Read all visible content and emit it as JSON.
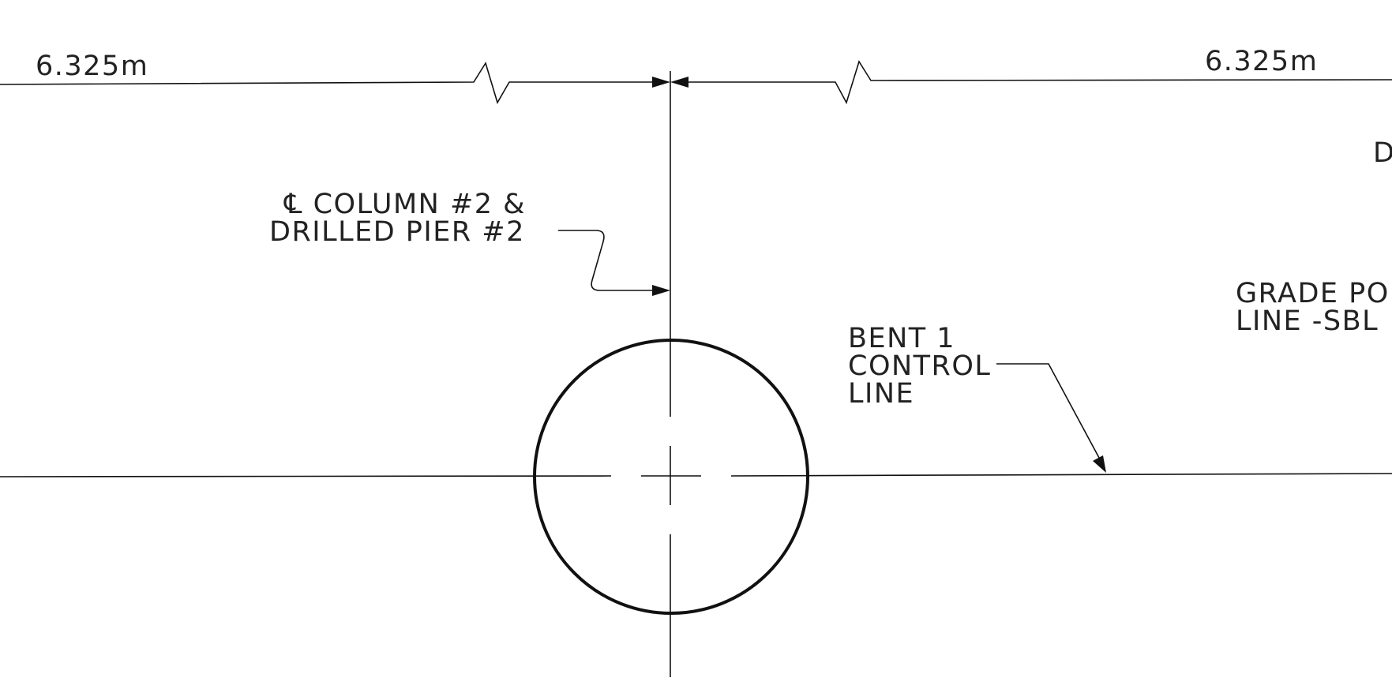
{
  "dimensions": {
    "left_label": "6.325m",
    "right_label": "6.325m"
  },
  "callouts": {
    "column_line1": "℄ COLUMN #2 &",
    "column_line2": "DRILLED PIER #2",
    "bent_line1": "BENT 1",
    "bent_line2": "CONTROL",
    "bent_line3": "LINE",
    "grade_line1": "GRADE POI",
    "grade_line2": "LINE -SBL",
    "edge_letter": "D"
  }
}
